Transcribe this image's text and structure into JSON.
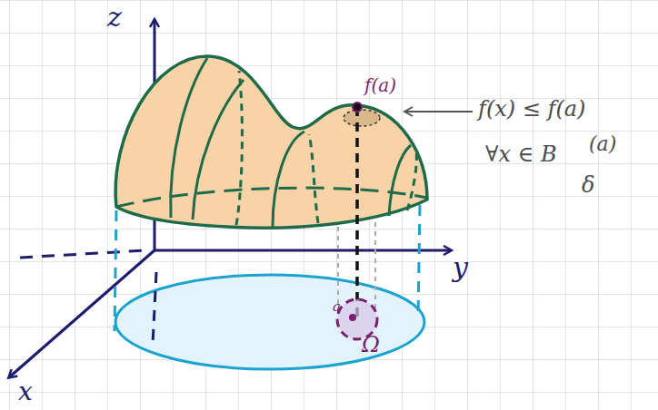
{
  "diagram": {
    "labels": [
      "z",
      "y",
      "x",
      "f(a)",
      "a",
      "Ω",
      "f(x) ≤ f(a)",
      "∀x ∈ B",
      "δ",
      "(a)"
    ]
  }
}
